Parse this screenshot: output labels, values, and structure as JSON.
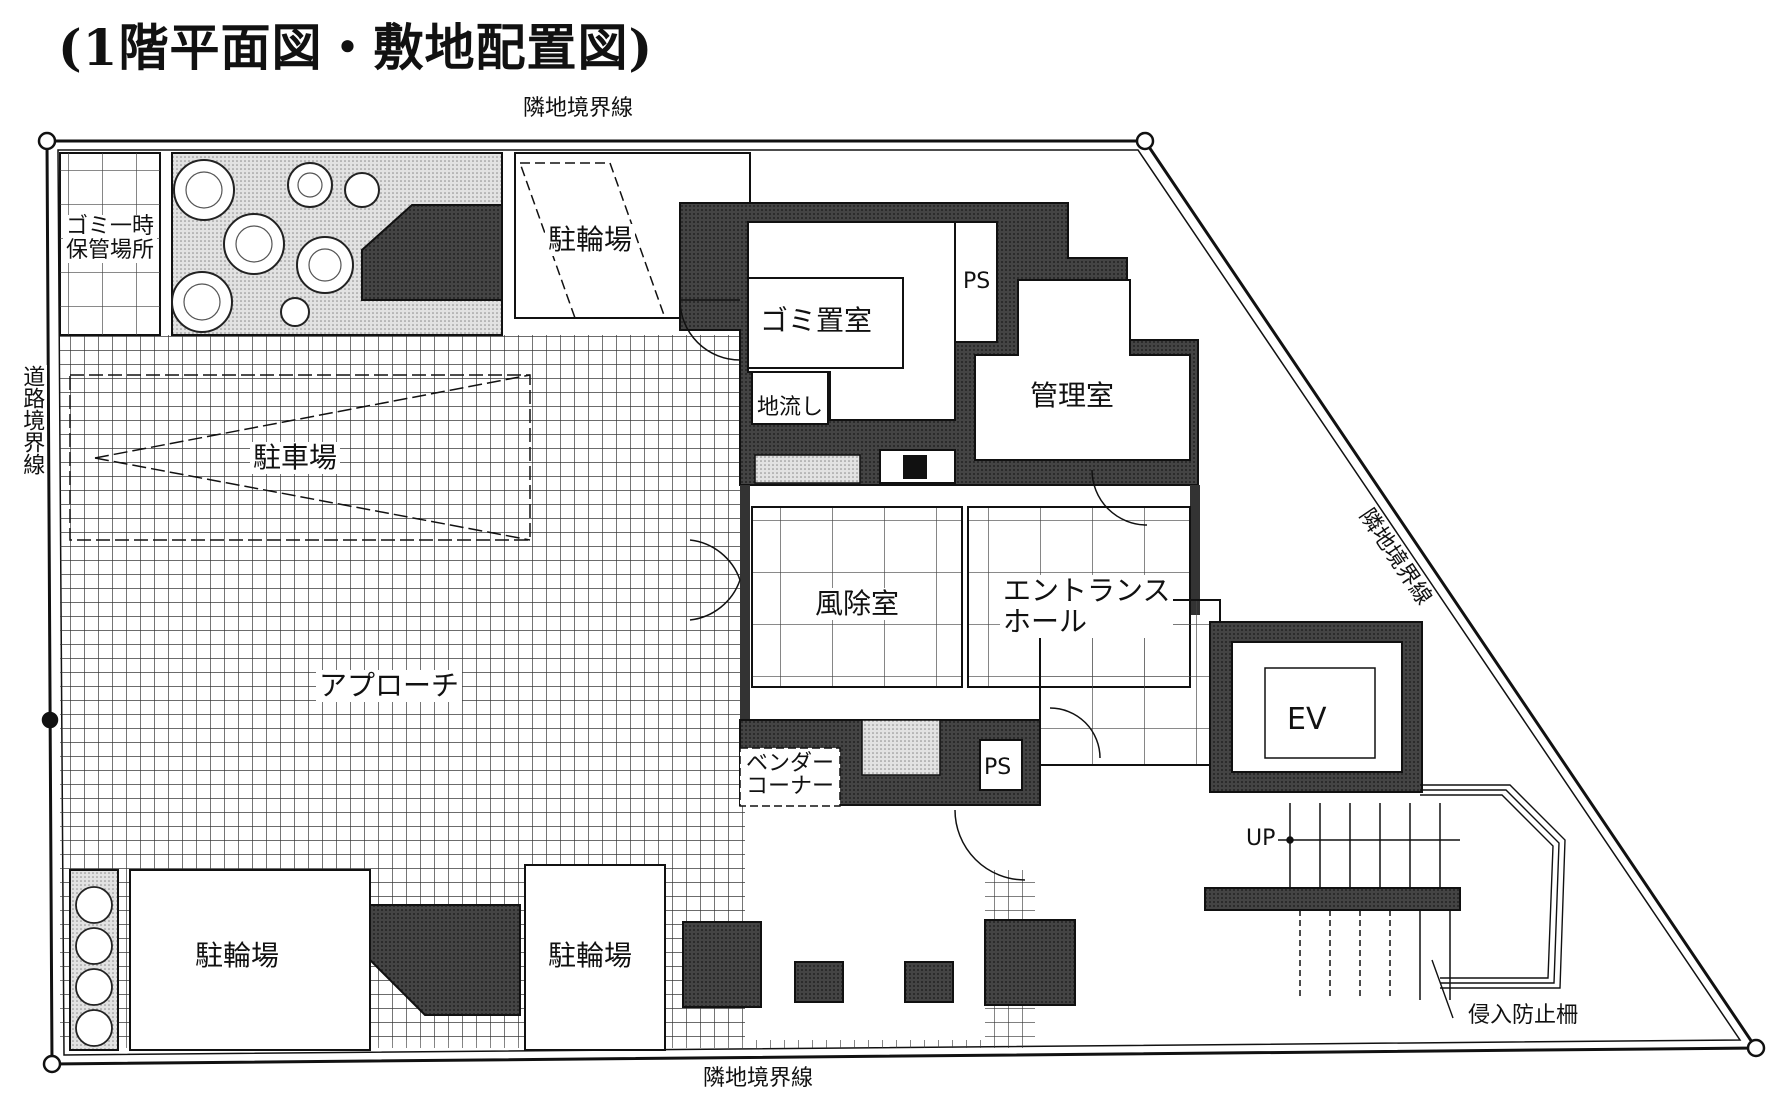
{
  "title": "(1階平面図・敷地配置図)",
  "boundaries": {
    "top": "隣地境界線",
    "bottom": "隣地境界線",
    "right": "隣地境界線",
    "left": "道路境界線"
  },
  "rooms": {
    "garbage_storage": "ゴミ一時\n保管場所",
    "bicycle_top": "駐輪場",
    "garbage_room": "ゴミ置室",
    "ps_top": "PS",
    "management_room": "管理室",
    "sink": "地流し",
    "parking": "駐車場",
    "windbreak_room": "風除室",
    "entrance_hall": "エントランス\nホール",
    "approach": "アプローチ",
    "vendor_corner": "ベンダー\nコーナー",
    "ps_bottom": "PS",
    "ev": "EV",
    "stair_up": "UP",
    "anti_intrusion_fence": "侵入防止柵",
    "bicycle_left": "駐輪場",
    "bicycle_center": "駐輪場"
  }
}
